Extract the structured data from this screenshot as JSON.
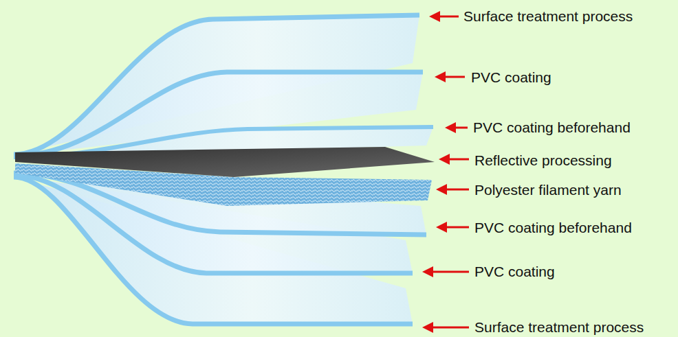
{
  "diagram": {
    "labels": [
      "Surface treatment process",
      "PVC coating",
      "PVC coating beforehand",
      "Reflective processing",
      "Polyester filament yarn",
      "PVC coating beforehand",
      "PVC coating",
      "Surface treatment process"
    ]
  }
}
